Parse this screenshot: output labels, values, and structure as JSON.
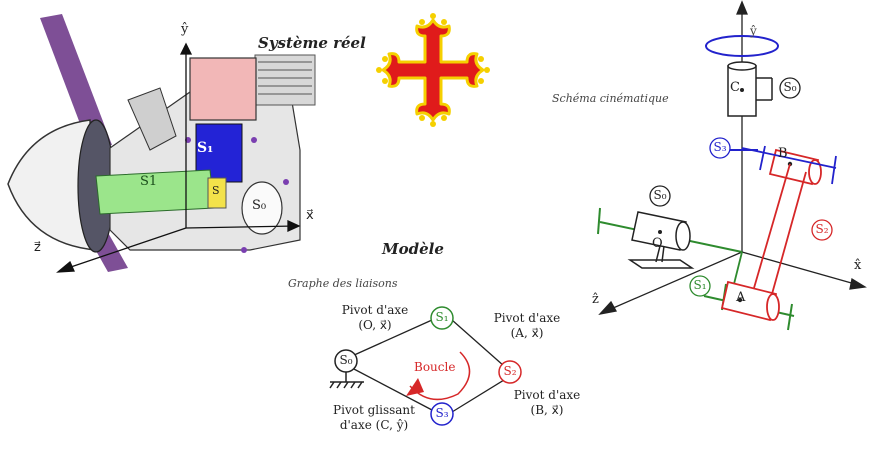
{
  "real_system": {
    "title": "Système réel",
    "axis_y": "ŷ",
    "axis_x": "x⃗",
    "axis_z": "z⃗",
    "parts": {
      "s1_piston": "S₁",
      "s1_shaft": "S1",
      "s3": "S",
      "s0": "S₀"
    }
  },
  "emblem": {
    "name": "occitan-cross"
  },
  "kinematic": {
    "title": "Schéma cinématique",
    "axis_y": "ŷ",
    "axis_x": "x̂",
    "axis_z": "ẑ",
    "points": {
      "c": "C",
      "b": "B",
      "o": "O",
      "a": "A"
    },
    "solids": {
      "s0_top": "S₀",
      "s0_left": "S₀",
      "s3": "S₃",
      "s2": "S₂",
      "s1": "S₁"
    }
  },
  "model": {
    "title": "Modèle",
    "graph_title": "Graphe des liaisons",
    "nodes": {
      "s0": "S₀",
      "s1": "S₁",
      "s2": "S₂",
      "s3": "S₃"
    },
    "loop_label": "Boucle",
    "links": {
      "s0_s1": [
        "Pivot d'axe",
        "(O, x⃗)"
      ],
      "s1_s2": [
        "Pivot d'axe",
        "(A, x⃗)"
      ],
      "s2_s3": [
        "Pivot d'axe",
        "(B, x⃗)"
      ],
      "s3_s0": [
        "Pivot glissant",
        "d'axe (C, ŷ)"
      ]
    }
  },
  "colors": {
    "s0": "#222222",
    "s1": "#2e8b2e",
    "s2": "#d62728",
    "s3": "#2222cc"
  }
}
